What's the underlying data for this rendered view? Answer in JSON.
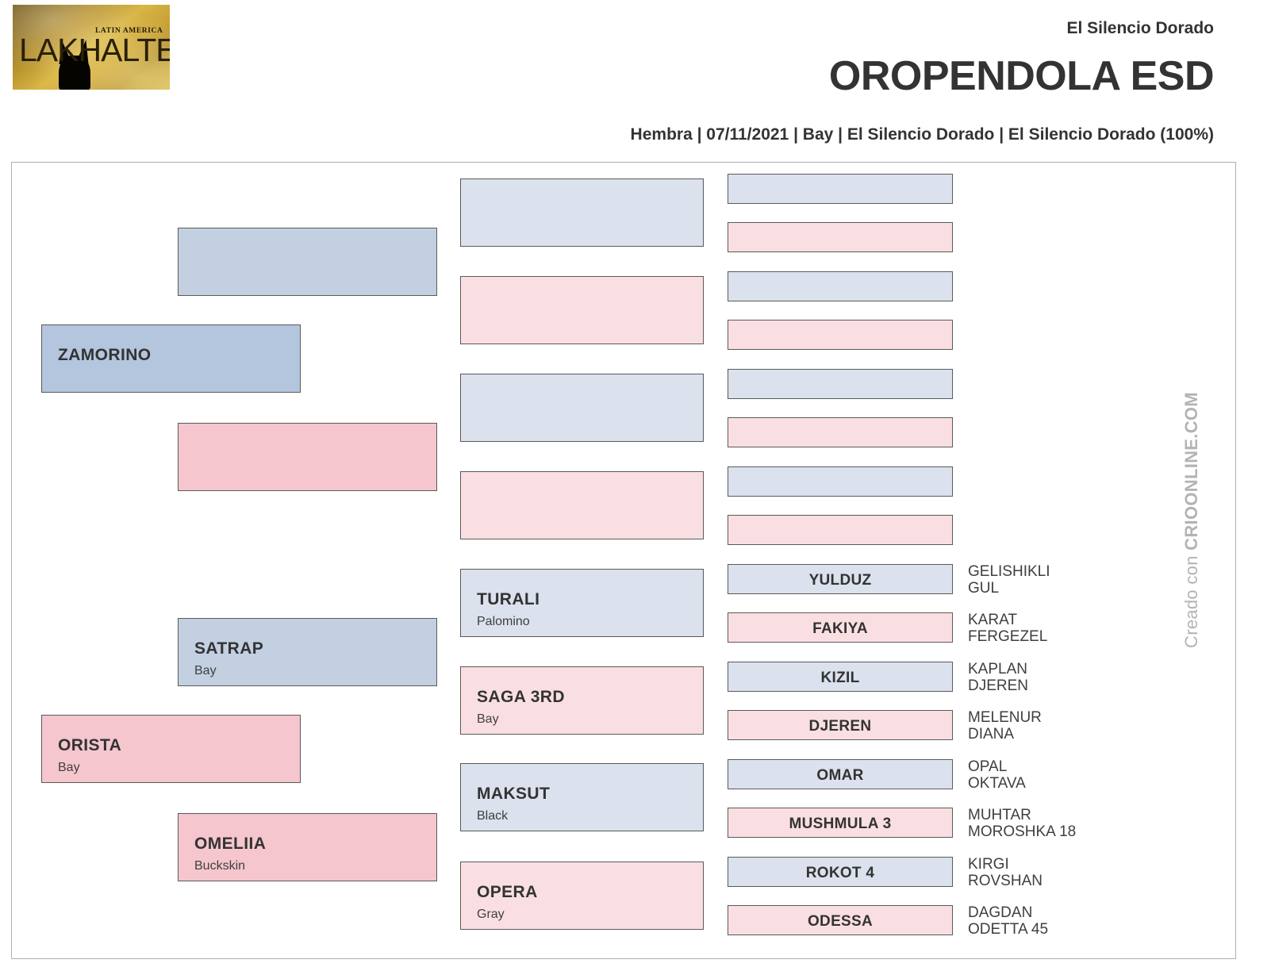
{
  "header": {
    "logo_brand": "LAKHALTEKE",
    "logo_tagline": "LATIN AMERICA",
    "breeder_top": "El Silencio Dorado",
    "horse_name": "OROPENDOLA ESD",
    "subtitle": "Hembra | 07/11/2021 | Bay | El Silencio Dorado | El Silencio Dorado (100%)"
  },
  "watermark": {
    "lead": "Creado con",
    "site": "CRIOONLINE.COM"
  },
  "colors": {
    "male_gen1": "#b4c5de",
    "male_gen2": "#c3d0e2",
    "male_light": "#dbe1ed",
    "female_gen1": "#f5c6ce",
    "female_light": "#fadfe2",
    "border": "#5a5a5a",
    "frame": "#b0b0b0",
    "text": "#333333",
    "watermark": "#b3b3b3"
  },
  "pedigree": {
    "generation_1": [
      {
        "name": "ZAMORINO",
        "color": "",
        "sex": "male"
      },
      {
        "name": "ORISTA",
        "color": "Bay",
        "sex": "female"
      }
    ],
    "generation_2": [
      {
        "name": "",
        "color": "",
        "sex": "male"
      },
      {
        "name": "",
        "color": "",
        "sex": "female"
      },
      {
        "name": "SATRAP",
        "color": "Bay",
        "sex": "male"
      },
      {
        "name": "OMELIIA",
        "color": "Buckskin",
        "sex": "female"
      }
    ],
    "generation_3": [
      {
        "name": "",
        "color": "",
        "sex": "male"
      },
      {
        "name": "",
        "color": "",
        "sex": "female"
      },
      {
        "name": "",
        "color": "",
        "sex": "male"
      },
      {
        "name": "",
        "color": "",
        "sex": "female"
      },
      {
        "name": "TURALI",
        "color": "Palomino",
        "sex": "male"
      },
      {
        "name": "SAGA 3RD",
        "color": "Bay",
        "sex": "female"
      },
      {
        "name": "MAKSUT",
        "color": "Black",
        "sex": "male"
      },
      {
        "name": "OPERA",
        "color": "Gray",
        "sex": "female"
      }
    ],
    "generation_4": [
      {
        "name": "",
        "sex": "male"
      },
      {
        "name": "",
        "sex": "female"
      },
      {
        "name": "",
        "sex": "male"
      },
      {
        "name": "",
        "sex": "female"
      },
      {
        "name": "",
        "sex": "male"
      },
      {
        "name": "",
        "sex": "female"
      },
      {
        "name": "",
        "sex": "male"
      },
      {
        "name": "",
        "sex": "female"
      },
      {
        "name": "YULDUZ",
        "sex": "male"
      },
      {
        "name": "FAKIYA",
        "sex": "female"
      },
      {
        "name": "KIZIL",
        "sex": "male"
      },
      {
        "name": "DJEREN",
        "sex": "female"
      },
      {
        "name": "OMAR",
        "sex": "male"
      },
      {
        "name": "MUSHMULA 3",
        "sex": "female"
      },
      {
        "name": "ROKOT 4",
        "sex": "male"
      },
      {
        "name": "ODESSA",
        "sex": "female"
      }
    ],
    "generation_5": [
      {
        "sire": "GELISHIKLI",
        "dam": "GUL"
      },
      {
        "sire": "KARAT",
        "dam": "FERGEZEL"
      },
      {
        "sire": "KAPLAN",
        "dam": "DJEREN"
      },
      {
        "sire": "MELENUR",
        "dam": "DIANA"
      },
      {
        "sire": "OPAL",
        "dam": "OKTAVA"
      },
      {
        "sire": "MUHTAR",
        "dam": "MOROSHKA 18"
      },
      {
        "sire": "KIRGI",
        "dam": "ROVSHAN"
      },
      {
        "sire": "DAGDAN",
        "dam": "ODETTA 45"
      }
    ]
  }
}
